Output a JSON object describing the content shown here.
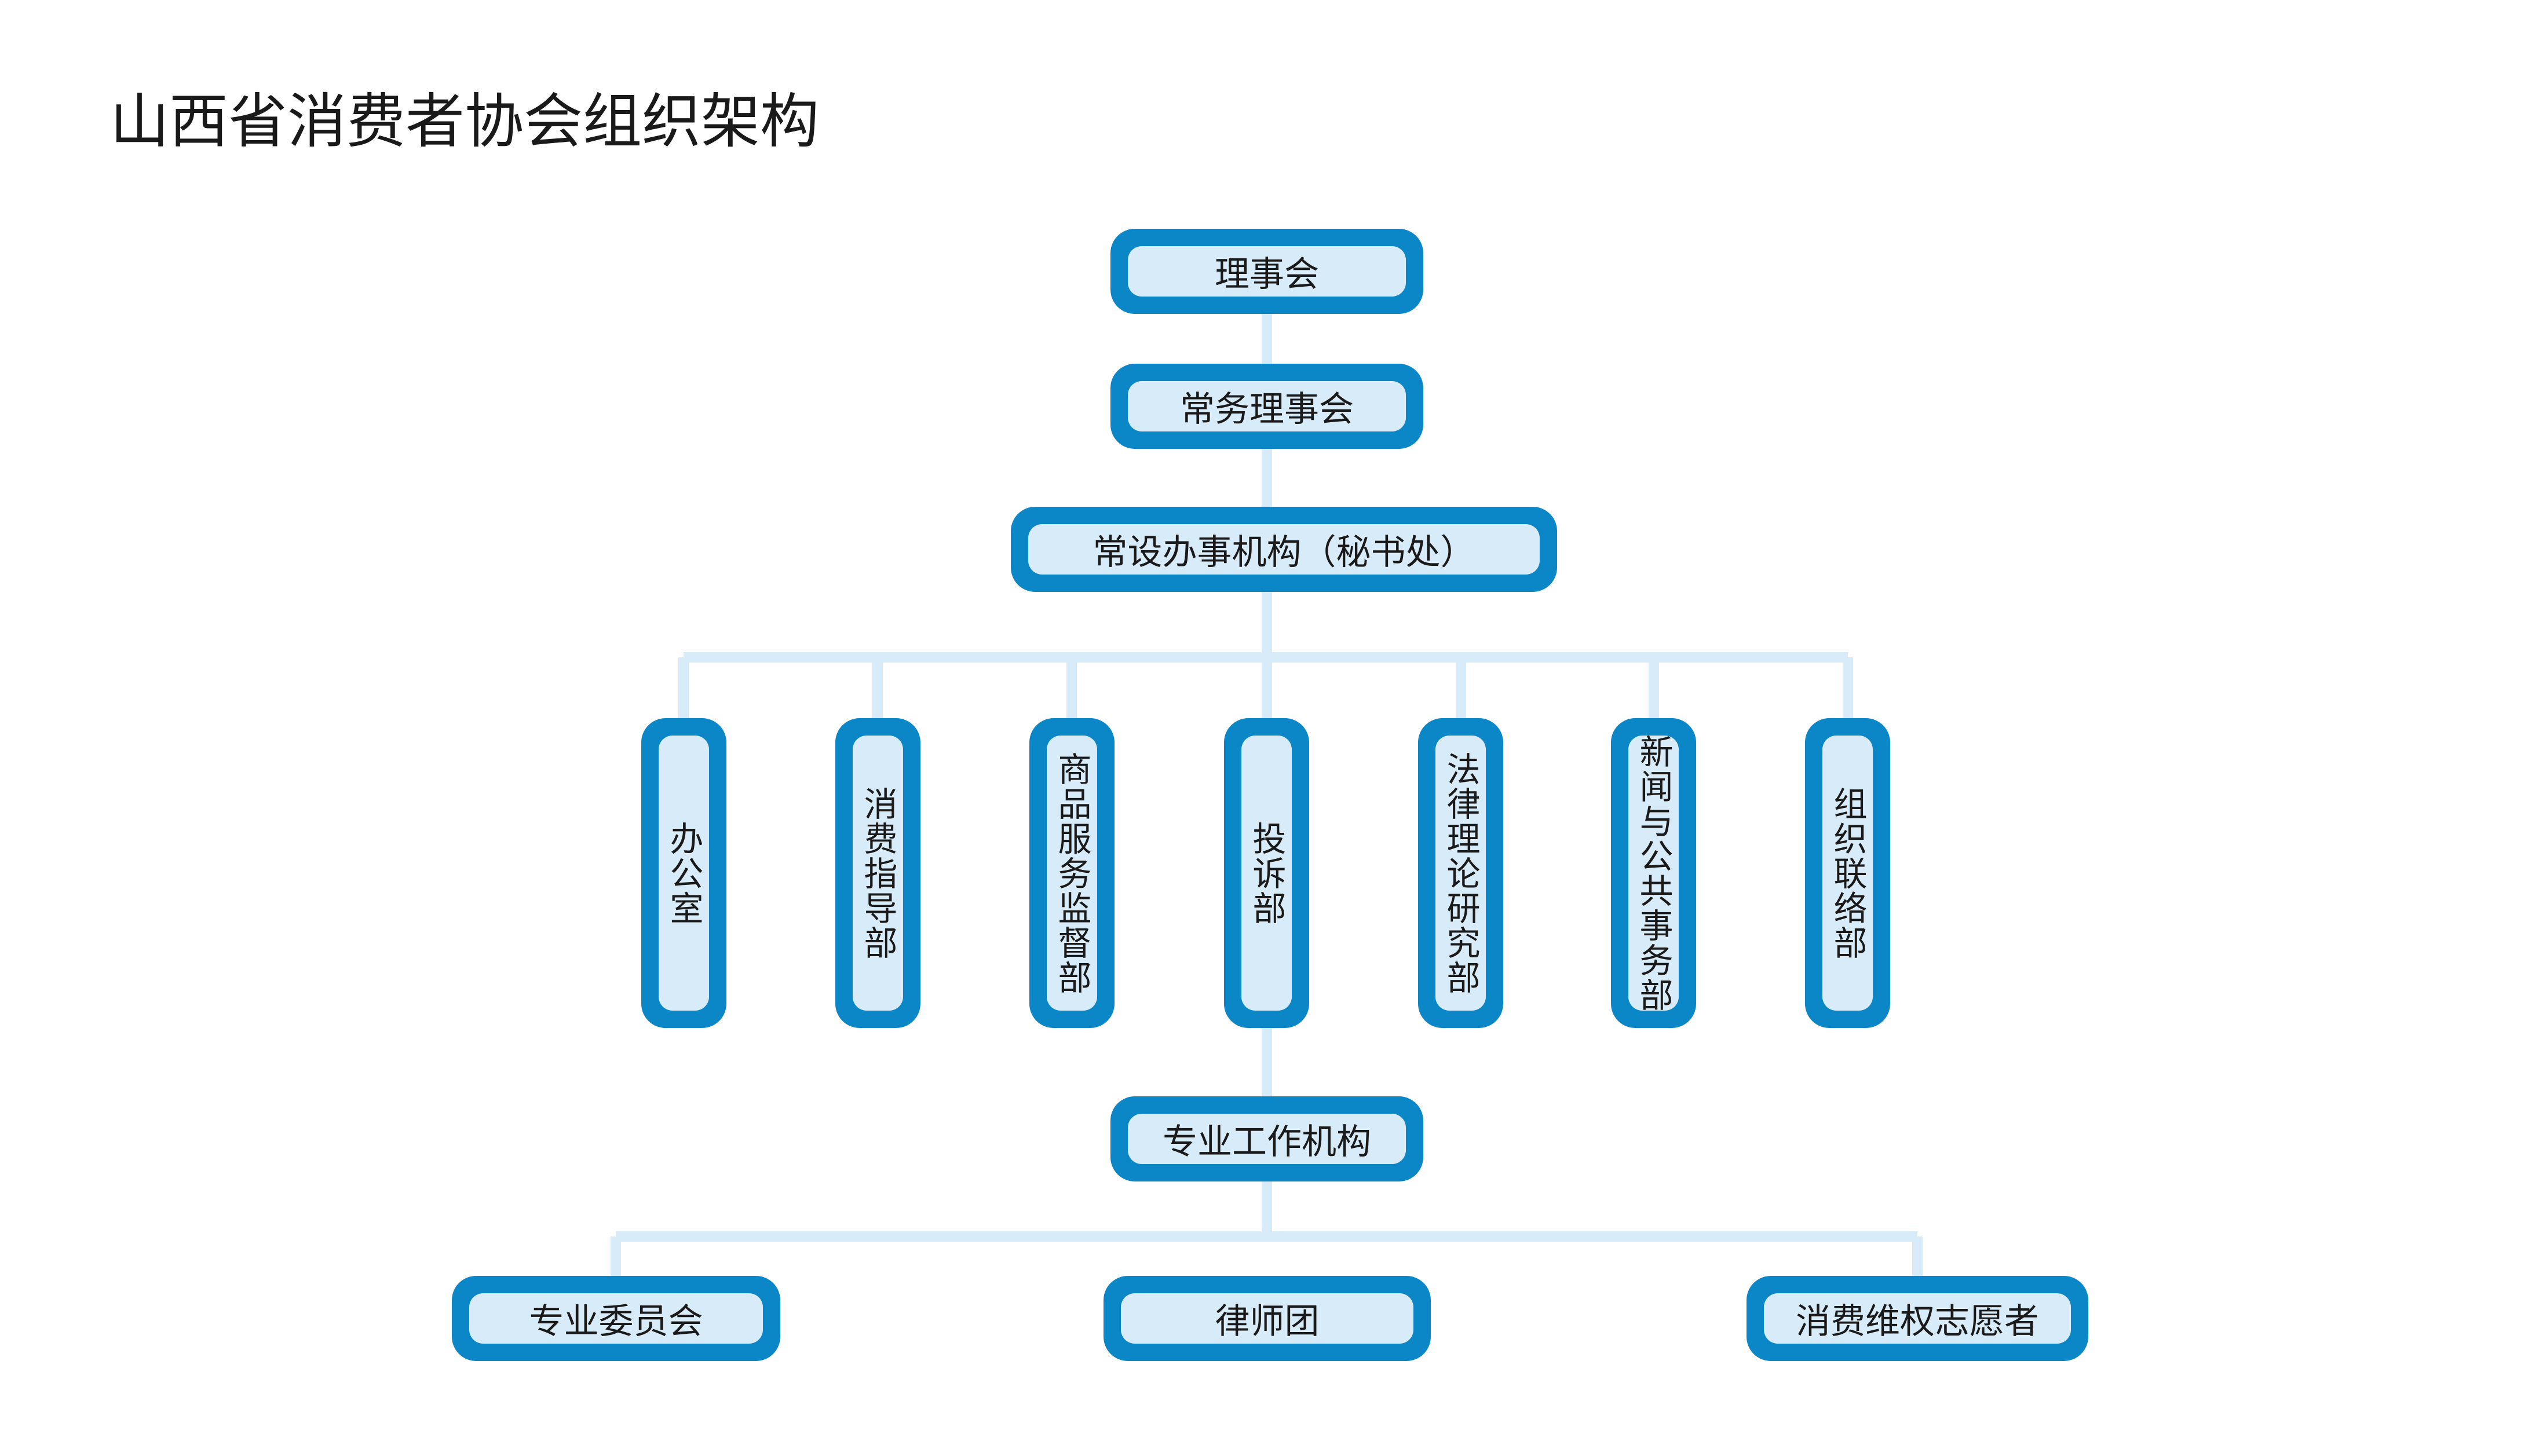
{
  "title": "山西省消费者协会组织架构",
  "nodes": {
    "council": "理事会",
    "standing_council": "常务理事会",
    "secretariat": "常设办事机构（秘书处）",
    "departments": [
      "办公室",
      "消费指导部",
      "商品服务监督部",
      "投诉部",
      "法律理论研究部",
      "新闻与公共事务部",
      "组织联络部"
    ],
    "professional": "专业工作机构",
    "bodies": [
      "专业委员会",
      "律师团",
      "消费维权志愿者"
    ]
  },
  "colors": {
    "border": "#0b86c6",
    "fill": "#d7ebf8",
    "connector": "#d7ebf8",
    "text": "#1a1a1a"
  }
}
